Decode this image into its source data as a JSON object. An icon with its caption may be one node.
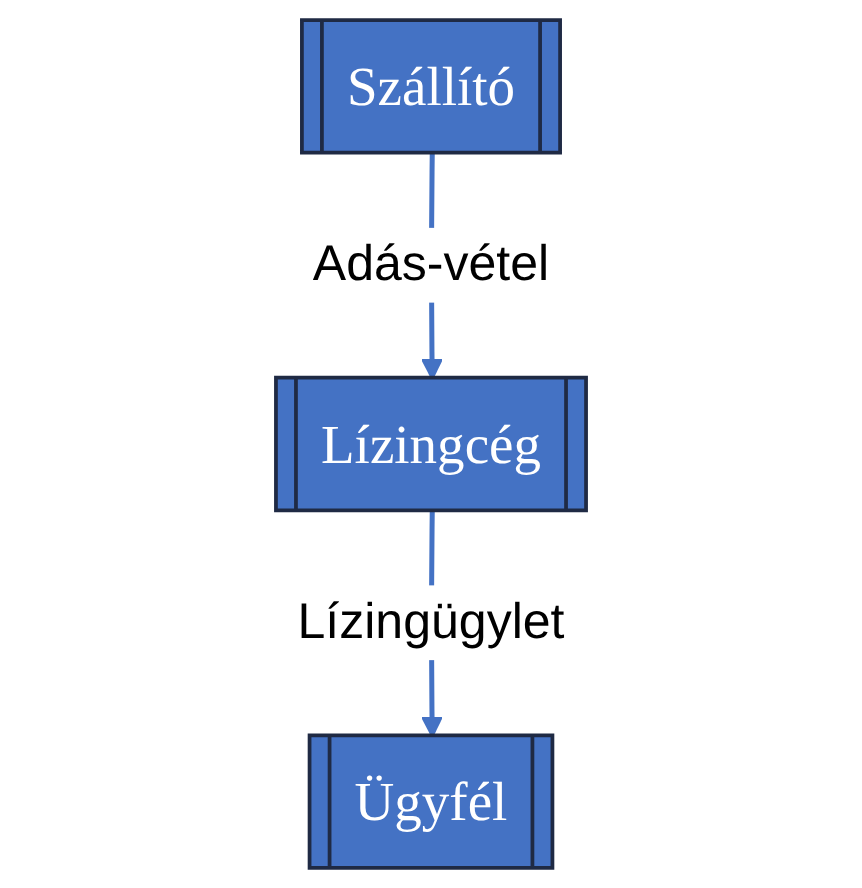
{
  "diagram": {
    "nodes": [
      {
        "text": [
          "Szállító"
        ]
      },
      {
        "text": [
          "Lízingcég"
        ]
      },
      {
        "text": [
          "Ügyfél"
        ]
      }
    ],
    "edges": [
      {
        "from": 0,
        "to": 1,
        "arrow": "to",
        "label": "Adás-vétel"
      },
      {
        "from": 1,
        "to": 2,
        "arrow": "to",
        "label": "Lízingügylet"
      }
    ]
  }
}
